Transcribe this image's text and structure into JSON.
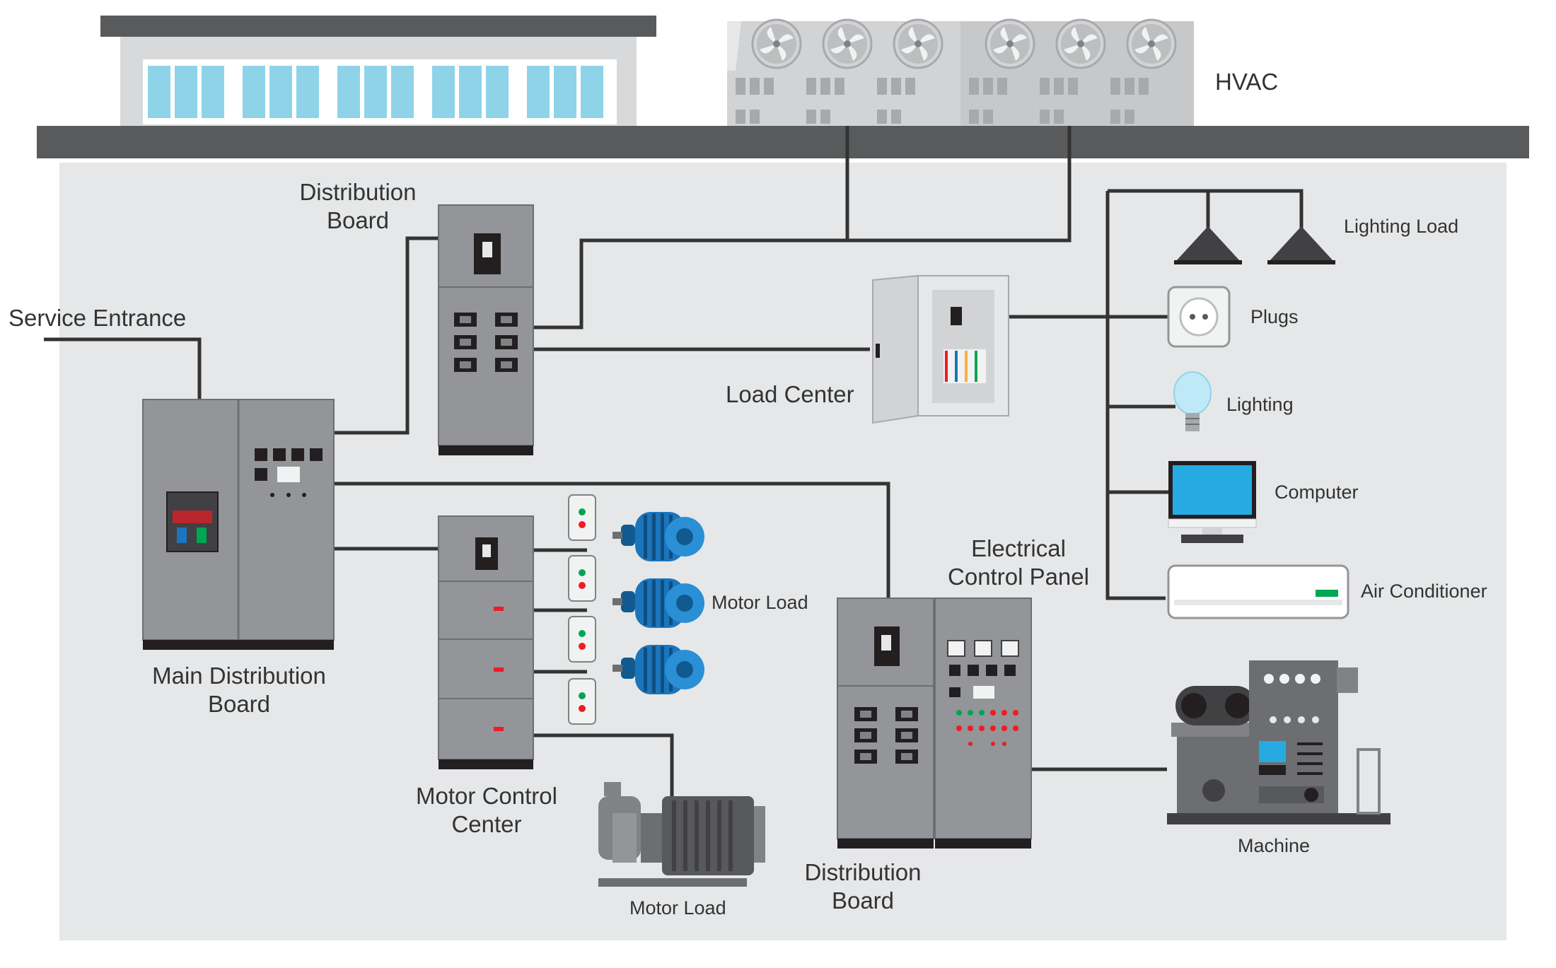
{
  "labels": {
    "hvac": "HVAC",
    "service_entrance": "Service Entrance",
    "distribution_board_top": [
      "Distribution",
      "Board"
    ],
    "load_center": "Load Center",
    "lighting_load": "Lighting Load",
    "plugs": "Plugs",
    "lighting": "Lighting",
    "computer": "Computer",
    "air_conditioner": "Air Conditioner",
    "main_distribution_board": [
      "Main Distribution",
      "Board"
    ],
    "motor_load_right": "Motor Load",
    "motor_control_center": [
      "Motor Control",
      "Center"
    ],
    "motor_load_bottom": "Motor Load",
    "electrical_control_panel": [
      "Electrical",
      "Control Panel"
    ],
    "distribution_board_bottom": [
      "Distribution",
      "Board"
    ],
    "machine": "Machine"
  },
  "colors": {
    "floor": "#e6e7e8",
    "roof": "#595a5c",
    "wire": "#333333",
    "cabinet": "#939598",
    "cabinet_dark": "#6d6e71",
    "motor_blue": "#1b75bc",
    "glass": "#8fd3e8",
    "screen": "#27aae1"
  },
  "icons": {
    "hvac_units": "hvac-fan-icon",
    "lamp": "pendant-lamp-icon",
    "socket": "wall-socket-icon",
    "bulb": "light-bulb-icon",
    "monitor": "computer-monitor-icon",
    "ac": "air-conditioner-icon",
    "motor": "electric-motor-icon",
    "pump": "pump-icon",
    "machine": "industrial-machine-icon"
  }
}
